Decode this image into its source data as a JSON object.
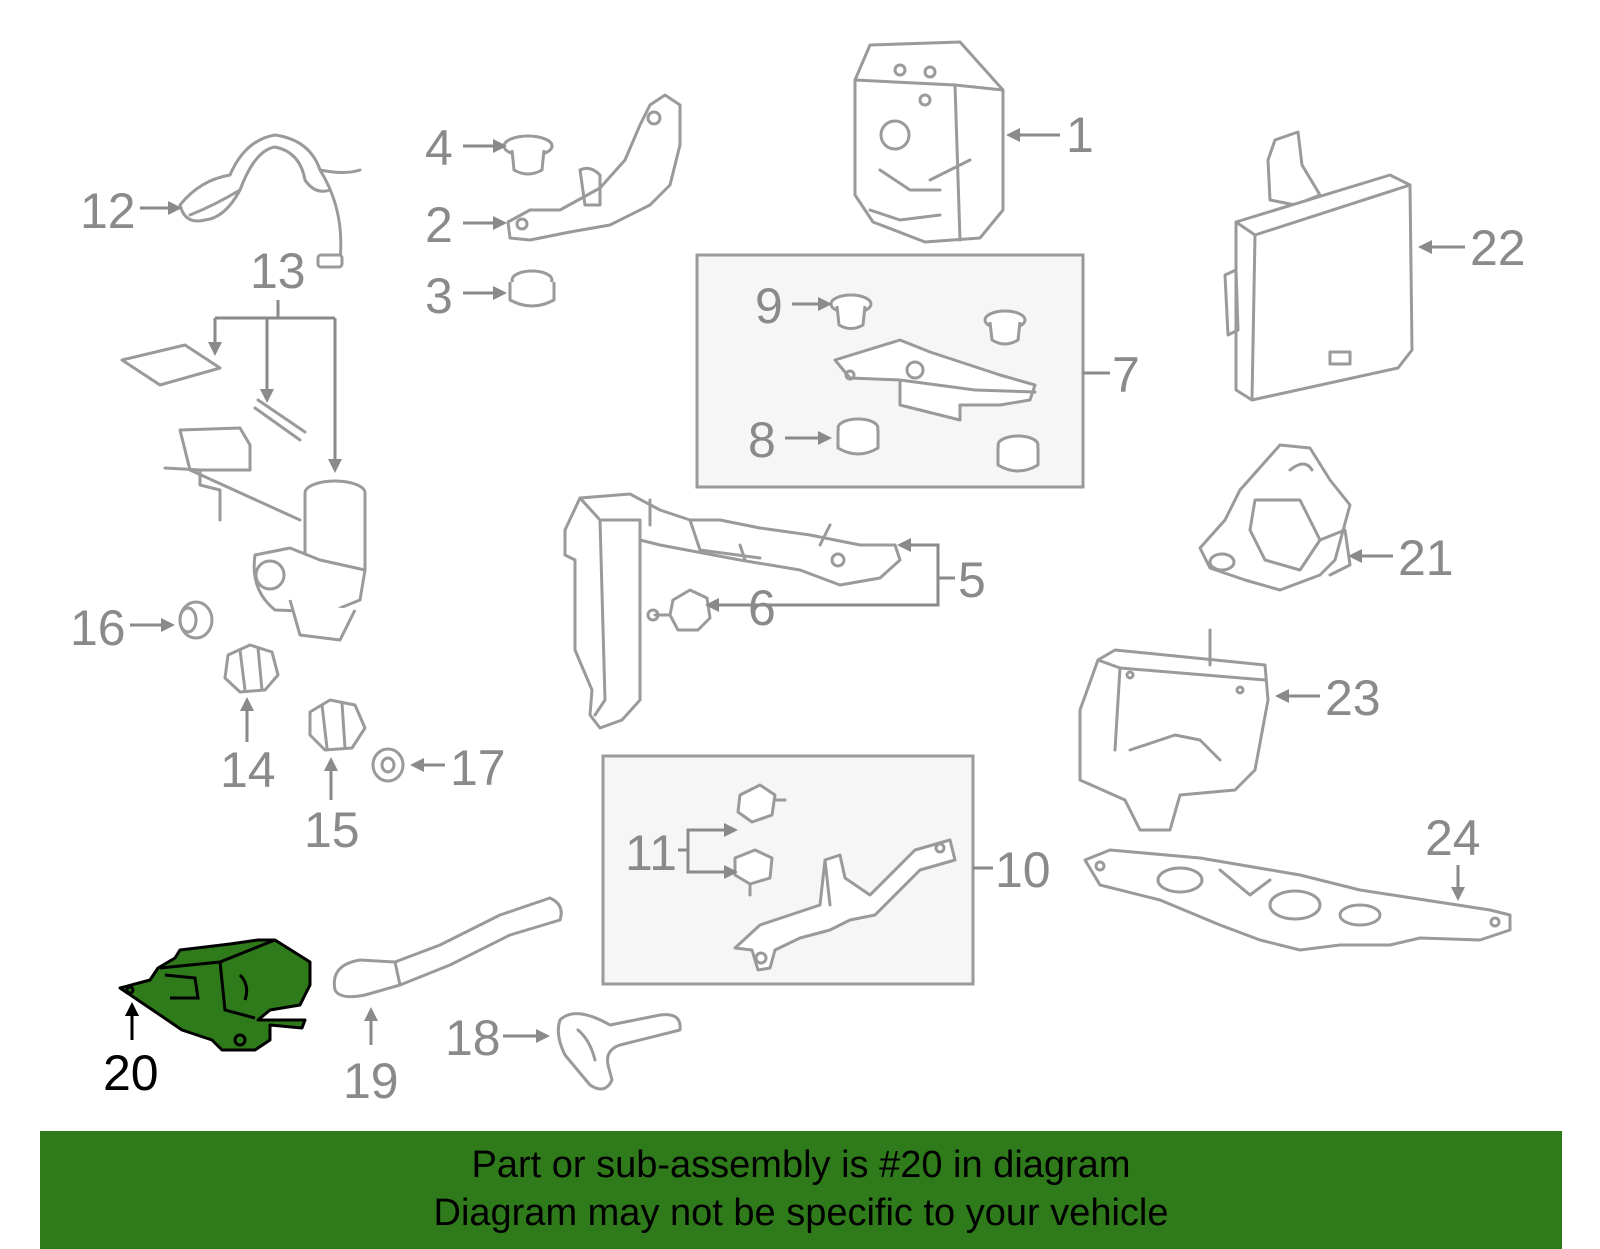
{
  "callouts": {
    "c1": "1",
    "c2": "2",
    "c3": "3",
    "c4": "4",
    "c5": "5",
    "c6": "6",
    "c7": "7",
    "c8": "8",
    "c9": "9",
    "c10": "10",
    "c11": "11",
    "c12": "12",
    "c13": "13",
    "c14": "14",
    "c15": "15",
    "c16": "16",
    "c17": "17",
    "c18": "18",
    "c19": "19",
    "c20": "20",
    "c21": "21",
    "c22": "22",
    "c23": "23",
    "c24": "24"
  },
  "highlighted_part": "20",
  "colors": {
    "highlight": "#2f7a1a",
    "line_art": "#9a9a9a",
    "label_text": "#8a8a8a",
    "subassembly_box_fill": "#f6f6f6"
  },
  "banner": {
    "line1": "Part or sub-assembly is #20 in diagram",
    "line2": "Diagram may not be specific to your vehicle"
  }
}
